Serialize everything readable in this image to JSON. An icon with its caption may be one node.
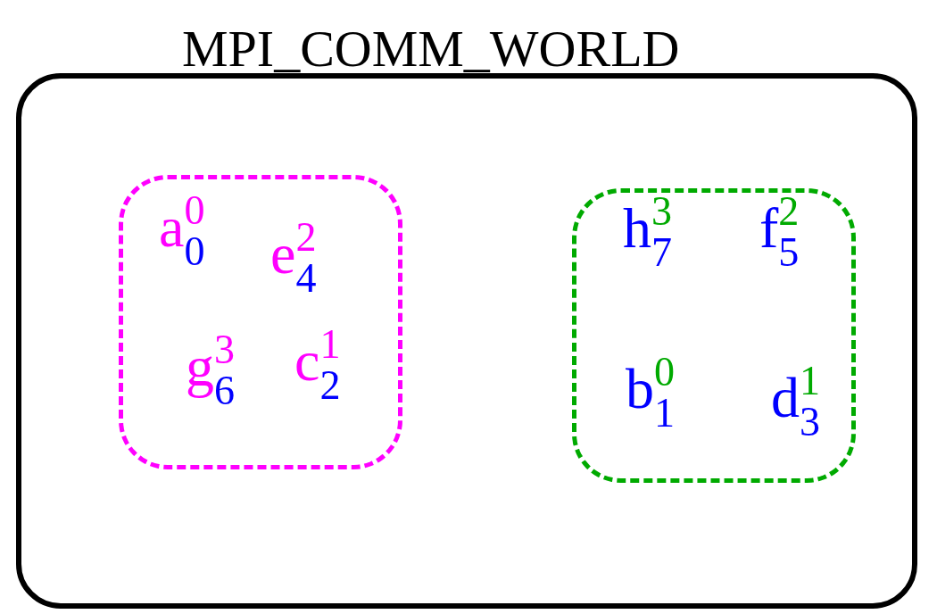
{
  "diagram": {
    "nodes": [
      {
        "text": [
          "MPI_COMM_WORLD"
        ]
      },
      {
        "text": [
          "a$^{0}$$_{0}$",
          "e$^{2}$$_{4}$",
          "g$^{3}$$_{6}$",
          "c$^{1}$$_{2}$"
        ],
        "in": 0
      },
      {
        "text": [
          "h$^{3}$$_{7}$",
          "f$^{2}$$_{5}$",
          "b$^{0}$$_{1}$",
          "d$^{1}$$_{3}$"
        ],
        "in": 0
      }
    ],
    "edges": []
  }
}
